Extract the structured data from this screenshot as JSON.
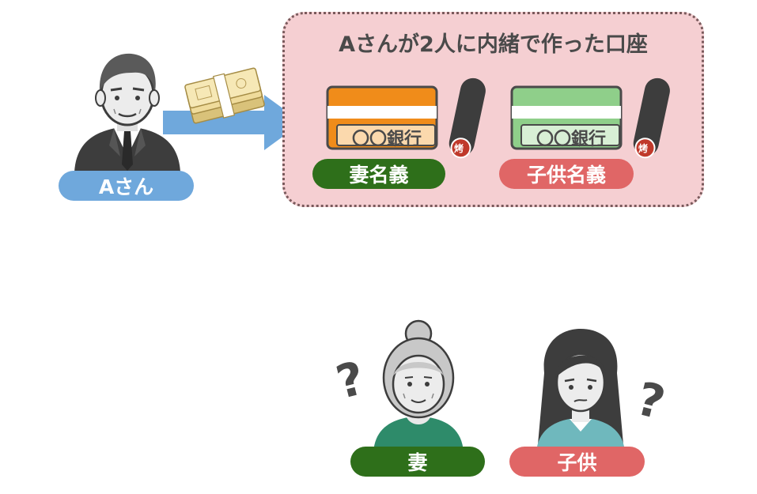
{
  "person_a": {
    "label": "Aさん",
    "color": "#6fa8dc"
  },
  "accounts_box": {
    "title": "Aさんが2人に内緒で作った口座",
    "accounts": [
      {
        "bank": "〇〇銀行",
        "name_label": "妻名義",
        "card_color": "#f08c1a",
        "label_color": "#2e6f1a"
      },
      {
        "bank": "〇〇銀行",
        "name_label": "子供名義",
        "card_color": "#8fcf8a",
        "label_color": "#e06666"
      }
    ]
  },
  "seal_mark": "烤",
  "wife": {
    "label": "妻",
    "color": "#2e6f1a"
  },
  "child": {
    "label": "子供",
    "color": "#e06666"
  },
  "question_mark": "?",
  "icons": [
    "businessman-icon",
    "money-bundle-icon",
    "arrow-right-icon",
    "bank-card-icon",
    "seal-stamp-icon",
    "elderly-woman-icon",
    "young-woman-icon",
    "question-mark-icon"
  ]
}
